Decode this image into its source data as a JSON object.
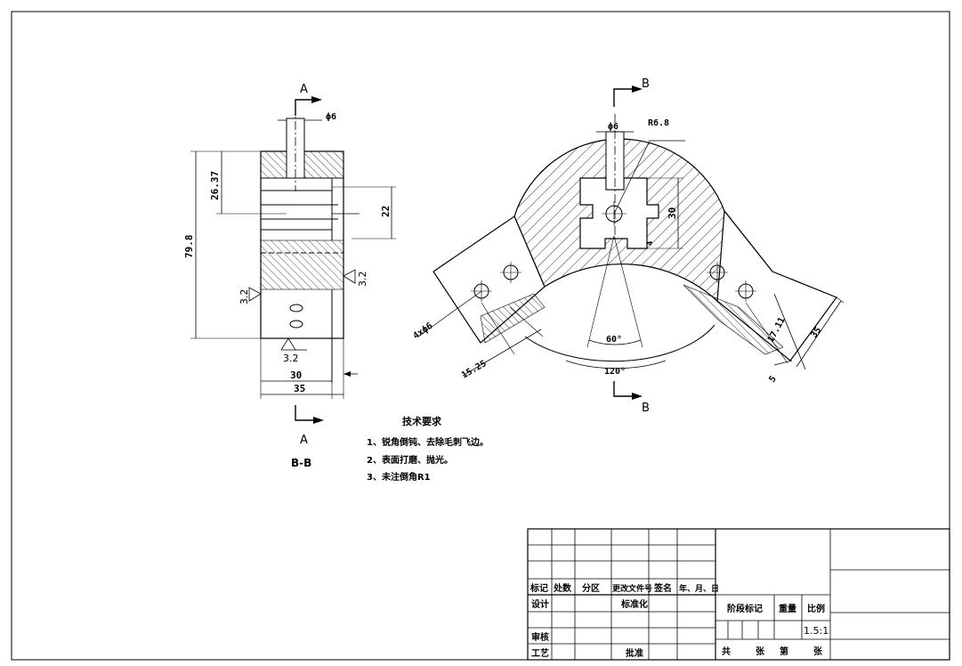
{
  "section_marks": {
    "a_top": "A",
    "a_bottom": "A",
    "b_top": "B",
    "b_bottom": "B",
    "section_title": "B-B"
  },
  "left_view": {
    "dim_total_height": "79.8",
    "dim_upper": "26.37",
    "dim_hole_span": "22",
    "dim_width_inner": "30",
    "dim_width_outer": "35",
    "dim_hole_dia": "ϕ6",
    "roughness_right": "3.2",
    "roughness_left": "3.2",
    "roughness_bottom": "3.2"
  },
  "right_view": {
    "dim_hole_dia": "ϕ6",
    "dim_radius": "R6.8",
    "dim_slot_height": "30",
    "dim_slot_step": "4",
    "dim_holes": "4xϕ6",
    "dim_offset_left": "15.25",
    "dim_angle_inner": "60°",
    "dim_angle_outer": "120°",
    "dim_offset_right": "17.11",
    "dim_arm_width": "35",
    "dim_arm_thick": "5"
  },
  "notes": {
    "title": "技术要求",
    "items": [
      "1、锐角倒钝、去除毛刺飞边。",
      "2、表面打磨、抛光。",
      "3、未注倒角R1"
    ]
  },
  "title_block": {
    "col_mark": "标记",
    "col_count": "处数",
    "col_zone": "分区",
    "col_doc": "更改文件号",
    "col_sign": "签名",
    "col_date": "年、月、日",
    "design": "设计",
    "standardize": "标准化",
    "review": "审核",
    "process": "工艺",
    "approve": "批准",
    "stage_mark": "阶段标记",
    "weight": "重量",
    "scale_label": "比例",
    "scale_value": "1.5:1",
    "sheet_total": "共",
    "sheet_unit1": "张",
    "sheet_no": "第",
    "sheet_unit2": "张"
  }
}
